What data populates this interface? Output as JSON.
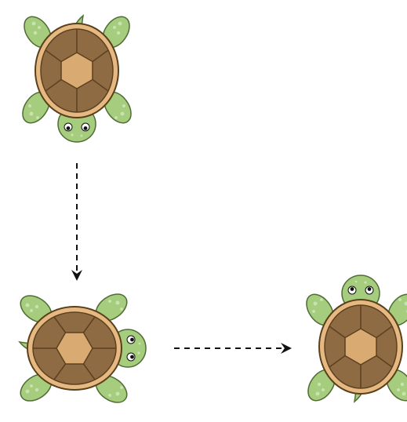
{
  "colors": {
    "background": "#ffffff",
    "skin_fill": "#a5cd7d",
    "skin_stroke": "#4f6c35",
    "skin_spot": "#c9e2b1",
    "shell_rim_fill": "#e7b982",
    "shell_rim_stroke": "#5a3f1b",
    "shell_scute_fill": "#8e6b43",
    "shell_center_fill": "#d9aa72",
    "shell_line": "#5d4020",
    "eye_white": "#ffffff",
    "eye_pupil": "#111111",
    "arrow": "#111111"
  },
  "turtles": [
    {
      "id": "start",
      "facing": "down"
    },
    {
      "id": "middle",
      "facing": "right"
    },
    {
      "id": "end",
      "facing": "up"
    }
  ],
  "arrows": [
    {
      "id": "move-1",
      "direction": "down",
      "style": "dashed"
    },
    {
      "id": "move-2",
      "direction": "right",
      "style": "dashed"
    }
  ]
}
